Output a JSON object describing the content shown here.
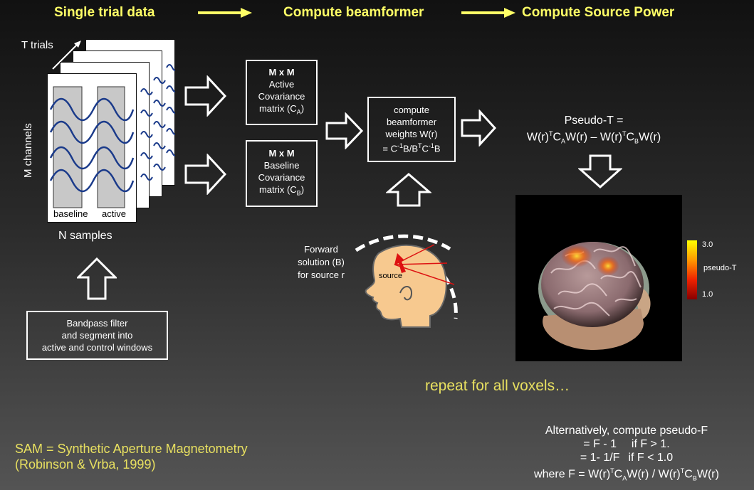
{
  "header": {
    "step1": "Single trial data",
    "step2": "Compute beamformer",
    "step3": "Compute Source Power"
  },
  "data_panel": {
    "trials_label": "T trials",
    "channels_label": "M channels",
    "samples_label": "N samples",
    "baseline_label": "baseline",
    "active_label": "active"
  },
  "filter_box": {
    "line1": "Bandpass filter",
    "line2": "and segment into",
    "line3": "active and control windows"
  },
  "active_cov": {
    "line1": "M x M",
    "line2": "Active",
    "line3": "Covariance",
    "line4": "matrix (C",
    "sub": "A",
    "close": ")"
  },
  "baseline_cov": {
    "line1": "M x M",
    "line2": "Baseline",
    "line3": "Covariance",
    "line4": "matrix (C",
    "sub": "B",
    "close": ")"
  },
  "weights_box": {
    "line1": "compute",
    "line2": "beamformer",
    "line3": "weights W(r)",
    "f1": "= C",
    "f1sup": "-1",
    "f2": "B/B",
    "f2sup": "T",
    "f3": "C",
    "f3sup": "-1",
    "f4": "B"
  },
  "forward": {
    "line1": "Forward",
    "line2": "solution (B)",
    "line3": "for source r",
    "source_label": "source"
  },
  "pseudo_t": {
    "title": "Pseudo-T =",
    "a1": "W(r)",
    "a1sup": "T",
    "a2": "C",
    "a2sub": "A",
    "a3": "W(r) – W(r)",
    "a3sup": "T",
    "a4": "C",
    "a4sub": "B",
    "a5": "W(r)"
  },
  "colorbar": {
    "max": "3.0",
    "min": "1.0",
    "label": "pseudo-T",
    "colors": [
      "#ffff00",
      "#ff9900",
      "#ee2200",
      "#880000"
    ]
  },
  "repeat_text": "repeat for all voxels…",
  "sam": {
    "line1": "SAM = Synthetic Aperture Magnetometry",
    "line2": "(Robinson & Vrba, 1999)"
  },
  "pseudo_f": {
    "title": "Alternatively,  compute pseudo-F",
    "r1c1": "=  F - 1",
    "r1c2": "if  F > 1.",
    "r2c1": "=  1- 1/F",
    "r2c2": "if  F < 1.0",
    "w1": "where F = W(r)",
    "w1sup": "T",
    "w2": "C",
    "w2sub": "A",
    "w3": "W(r) / W(r)",
    "w3sup": "T",
    "w4": "C",
    "w4sub": "B",
    "w5": "W(r)"
  },
  "colors": {
    "header_yellow": "#ffff66",
    "text_yellow": "#e8e060",
    "trace_blue": "#1a3a8a",
    "head_skin": "#f7c98f",
    "arrow_red": "#dd1111"
  }
}
